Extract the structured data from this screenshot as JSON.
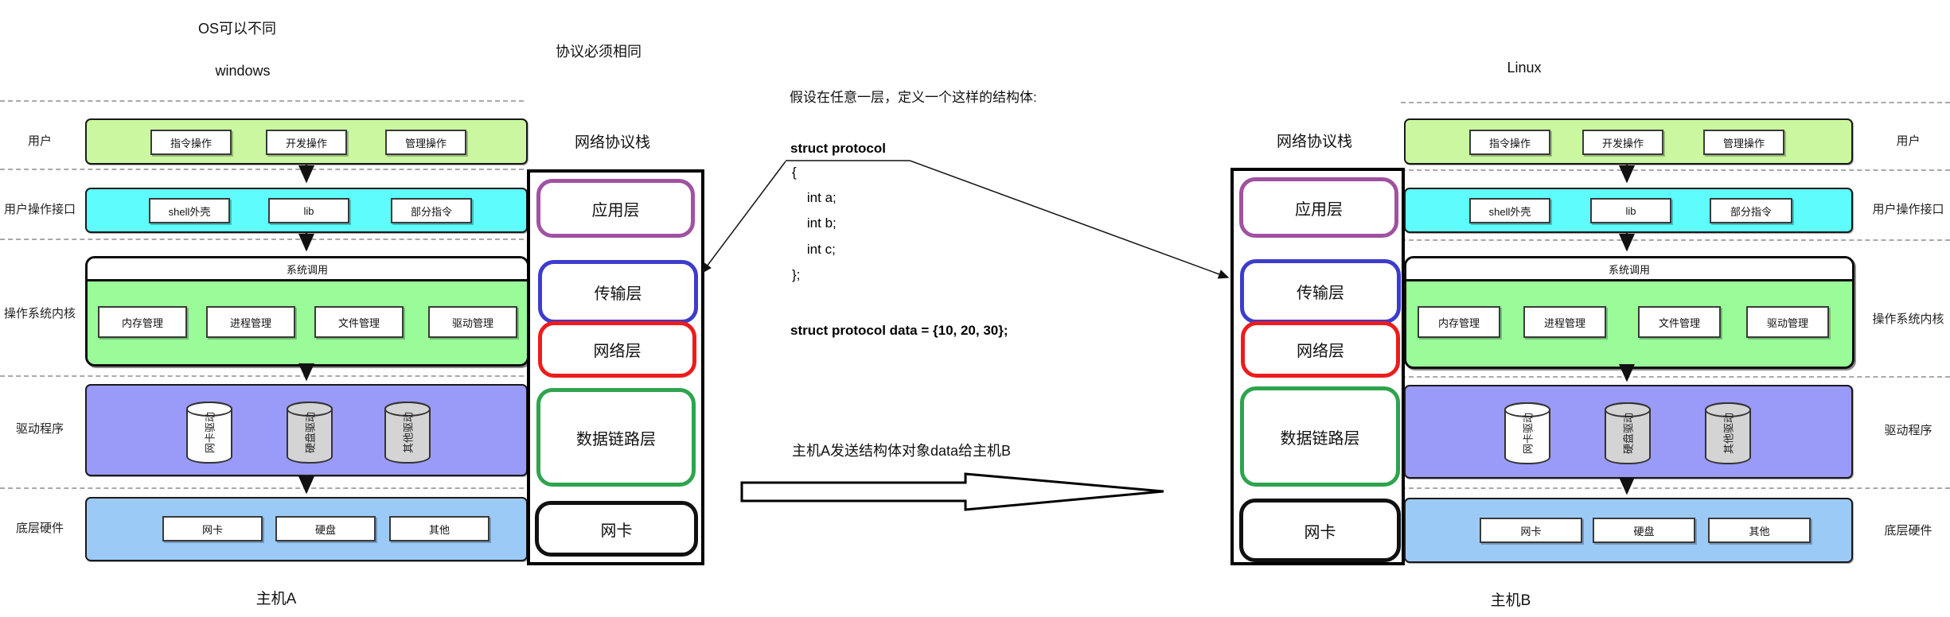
{
  "annotations": {
    "os_note": "OS可以不同",
    "windows_label": "windows",
    "linux_label": "Linux",
    "protocol_note": "协议必须相同",
    "assume_note": "假设在任意一层，定义一个这样的结构体:",
    "send_note": "主机A发送结构体对象data给主机B",
    "host_a_label": "主机A",
    "host_b_label": "主机B"
  },
  "code": {
    "struct_decl": "struct protocol",
    "lines": [
      "{",
      "    int a;",
      "    int b;",
      "    int c;",
      "};"
    ],
    "data_line": "struct protocol data = {10, 20, 30};"
  },
  "os_stack": {
    "row_labels": [
      "用户",
      "用户操作接口",
      "操作系统内核",
      "驱动程序",
      "底层硬件"
    ],
    "user_layer": {
      "items": [
        "指令操作",
        "开发操作",
        "管理操作"
      ]
    },
    "interface_layer": {
      "items": [
        "shell外壳",
        "lib",
        "部分指令"
      ]
    },
    "kernel_layer": {
      "header": "系统调用",
      "items": [
        "内存管理",
        "进程管理",
        "文件管理",
        "驱动管理"
      ]
    },
    "driver_layer": {
      "cylinders": [
        "网卡驱动",
        "硬盘驱动",
        "其他驱动"
      ]
    },
    "hardware_layer": {
      "items": [
        "网卡",
        "硬盘",
        "其他"
      ]
    }
  },
  "protocol_stack": {
    "title": "网络协议栈",
    "layers": [
      {
        "label": "应用层",
        "color": "#a052a0"
      },
      {
        "label": "传输层",
        "color": "#3c3ccc"
      },
      {
        "label": "网络层",
        "color": "#ed1c1c"
      },
      {
        "label": "数据链路层",
        "color": "#2ea44f"
      },
      {
        "label": "网卡",
        "color": "#111111"
      }
    ]
  },
  "colors": {
    "user_bar": "#cbf7a0",
    "interface_bar": "#5efcfc",
    "kernel_bar": "#99fc99",
    "driver_bar": "#9a9af8",
    "hardware_bar": "#9ccaf7",
    "cylinder_gray": "#d4d4d4",
    "dashed_line": "#a9a9a9"
  }
}
